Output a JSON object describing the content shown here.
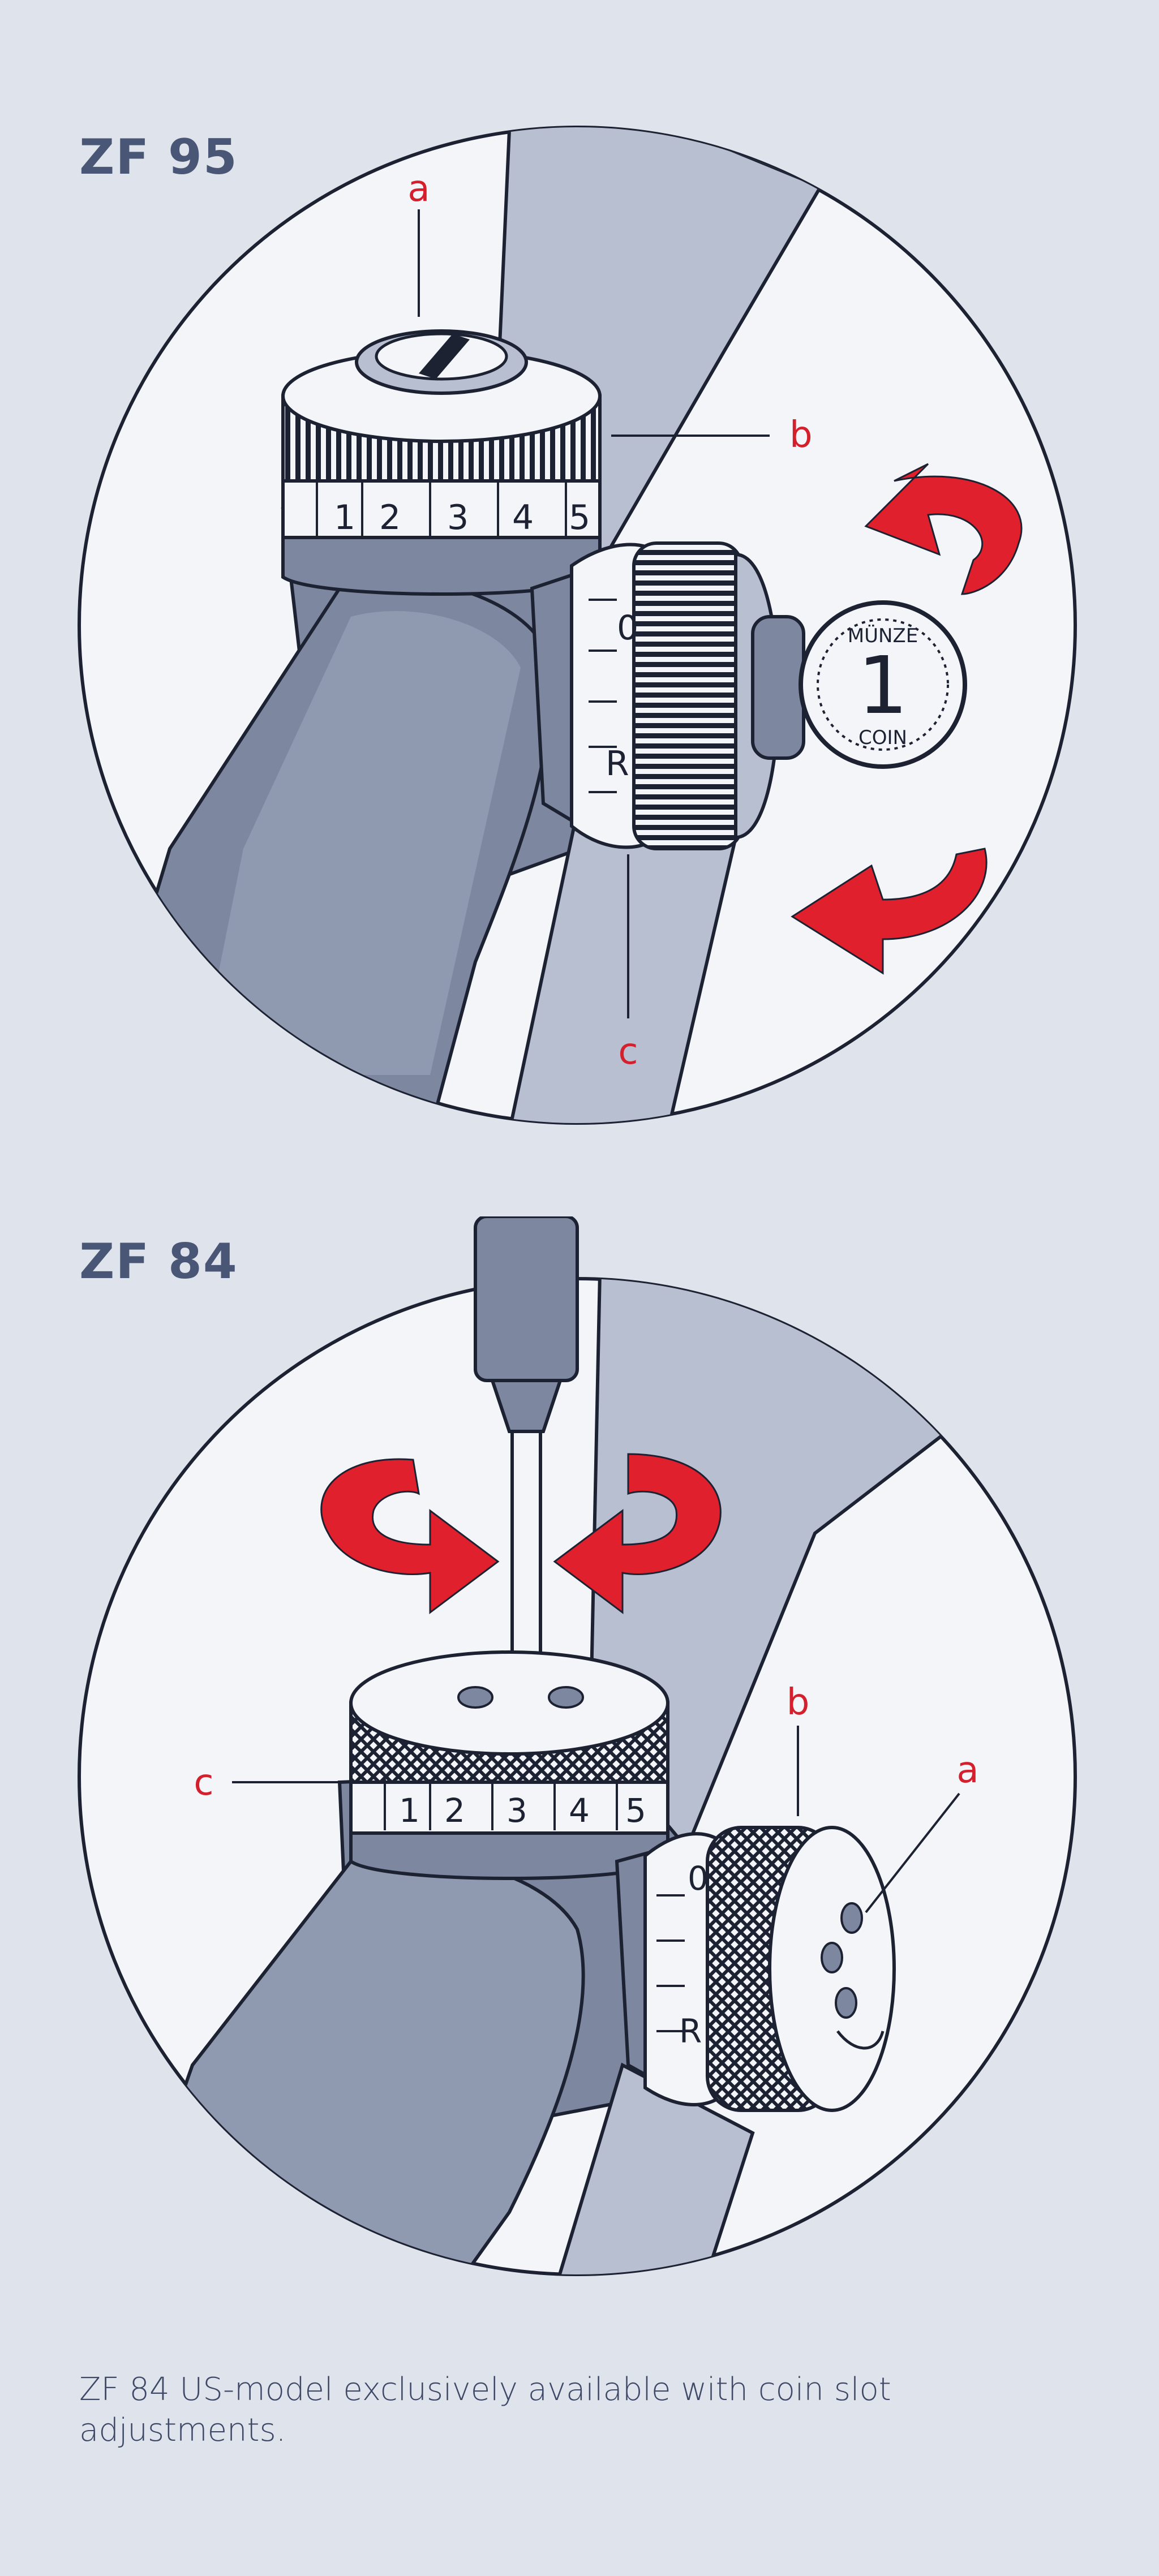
{
  "figures": [
    {
      "title": "ZF 95",
      "labels": {
        "a": "a",
        "b": "b",
        "c": "c"
      },
      "turret_scale": [
        "1",
        "2",
        "3",
        "4",
        "5"
      ],
      "side_marks": [
        "0",
        "R"
      ],
      "coin": {
        "top_text": "MÜNZE",
        "numeral": "1",
        "bottom_text": "COIN"
      }
    },
    {
      "title": "ZF 84",
      "labels": {
        "a": "a",
        "b": "b",
        "c": "c"
      },
      "turret_scale": [
        "1",
        "2",
        "3",
        "4",
        "5"
      ],
      "side_marks": [
        "0",
        "R"
      ]
    }
  ],
  "caption": "ZF 84 US-model exclusively available with coin slot adjustments.",
  "colors": {
    "background": "#dfe3eb",
    "circle_fill": "#f3f5f9",
    "scope_body": "#7d879f",
    "scope_light": "#b7bfd0",
    "outline": "#1d2233",
    "arrow": "#e0202c",
    "label": "#d4202c",
    "title": "#4a5675"
  }
}
